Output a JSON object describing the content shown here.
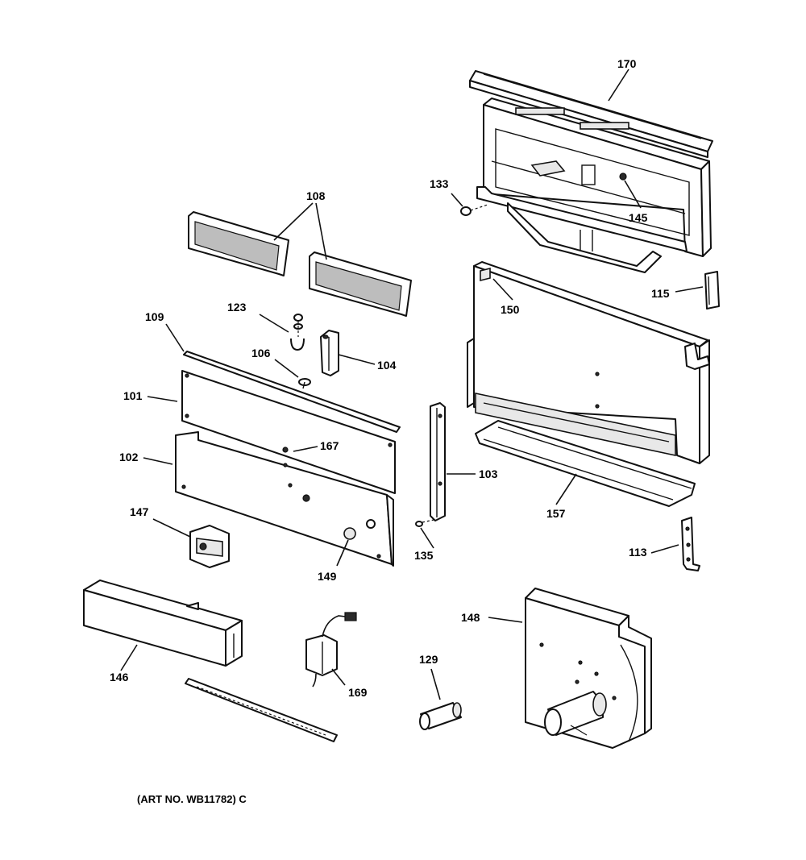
{
  "diagram": {
    "callouts": {
      "c170": "170",
      "c133": "133",
      "c145": "145",
      "c108": "108",
      "c115": "115",
      "c150": "150",
      "c123": "123",
      "c109": "109",
      "c106": "106",
      "c104": "104",
      "c101": "101",
      "c167": "167",
      "c102": "102",
      "c103": "103",
      "c157": "157",
      "c147": "147",
      "c135": "135",
      "c113": "113",
      "c149": "149",
      "c148": "148",
      "c146": "146",
      "c129": "129",
      "c169": "169"
    },
    "art_number": "(ART NO. WB11782) C"
  }
}
